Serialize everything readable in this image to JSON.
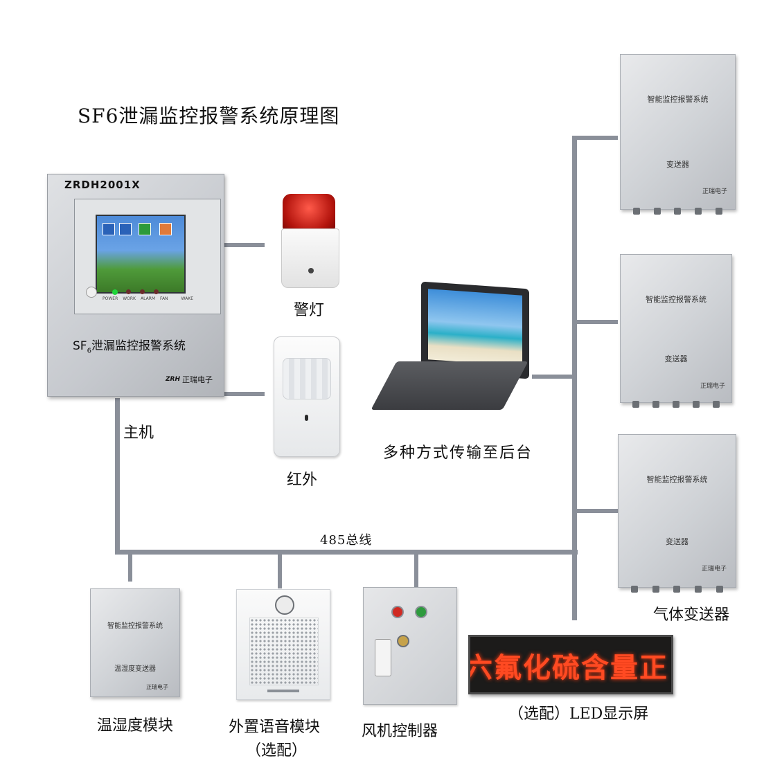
{
  "title": "SF6泄漏监控报警系统原理图",
  "main_unit": {
    "model": "ZRDH2001X",
    "panel_title": "SF",
    "panel_sub": "6",
    "panel_rest": "泄漏监控报警系统",
    "indicators": [
      "POWER",
      "WORK",
      "ALARM",
      "FAN",
      "WAKE"
    ],
    "brand": "正瑞电子",
    "brand_mark": "ZRH",
    "label": "主机"
  },
  "warning_light": {
    "label": "警灯"
  },
  "infrared": {
    "label": "红外"
  },
  "laptop": {
    "label": "多种方式传输至后台"
  },
  "bus": {
    "label": "485总线"
  },
  "transmitters": [
    {
      "title": "智能监控报警系统",
      "name": "变送器",
      "brand": "正瑞电子"
    },
    {
      "title": "智能监控报警系统",
      "name": "变送器",
      "brand": "正瑞电子"
    },
    {
      "title": "智能监控报警系统",
      "name": "变送器",
      "brand": "正瑞电子"
    }
  ],
  "transmitters_label": "气体变送器",
  "humidity": {
    "title": "智能监控报警系统",
    "name": "温湿度变送器",
    "brand": "正瑞电子",
    "label": "温湿度模块"
  },
  "voice": {
    "label": "外置语音模块",
    "sublabel": "（选配）"
  },
  "fan": {
    "label": "风机控制器"
  },
  "led": {
    "text": "六氟化硫含量正",
    "label": "（选配）LED显示屏"
  }
}
